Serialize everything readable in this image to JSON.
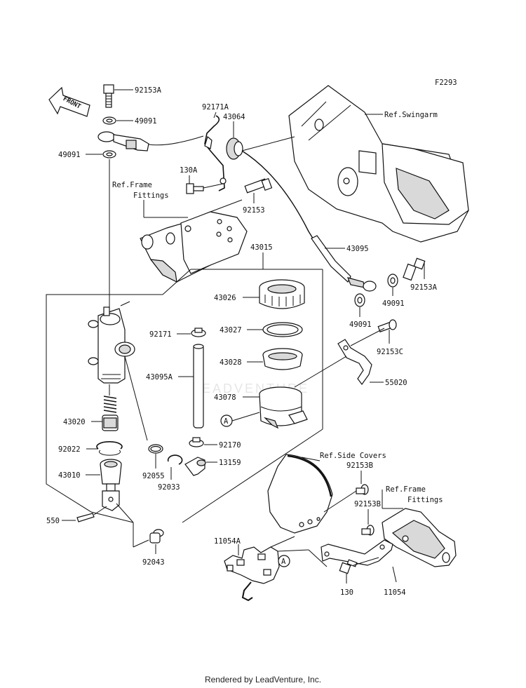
{
  "figure_code": "F2293",
  "front_label": "FRONT",
  "watermark": "LEADVENTURE",
  "footer": "Rendered by LeadVenture, Inc.",
  "references": {
    "swingarm": "Ref.Swingarm",
    "frame_fittings_top_1": "Ref.Frame",
    "frame_fittings_top_2": "Fittings",
    "side_covers": "Ref.Side Covers",
    "frame_fittings_right_1": "Ref.Frame",
    "frame_fittings_right_2": "Fittings"
  },
  "callouts": {
    "a1": "A",
    "a2": "A"
  },
  "parts": {
    "p92153A_top": "92153A",
    "p49091_top": "49091",
    "p49091_left": "49091",
    "p92171A": "92171A",
    "p43064": "43064",
    "p130A": "130A",
    "p92153": "92153",
    "p43015": "43015",
    "p43095": "43095",
    "p92153A_right": "92153A",
    "p49091_right1": "49091",
    "p49091_right2": "49091",
    "p43026": "43026",
    "p43027": "43027",
    "p43028": "43028",
    "p92171": "92171",
    "p43095A": "43095A",
    "p92153C": "92153C",
    "p55020": "55020",
    "p43078": "43078",
    "p43020": "43020",
    "p92022": "92022",
    "p92170": "92170",
    "p13159": "13159",
    "p92055": "92055",
    "p92033": "92033",
    "p43010": "43010",
    "p550": "550",
    "p92043": "92043",
    "p92153B_1": "92153B",
    "p92153B_2": "92153B",
    "p11054A": "11054A",
    "p130": "130",
    "p11054": "11054"
  }
}
